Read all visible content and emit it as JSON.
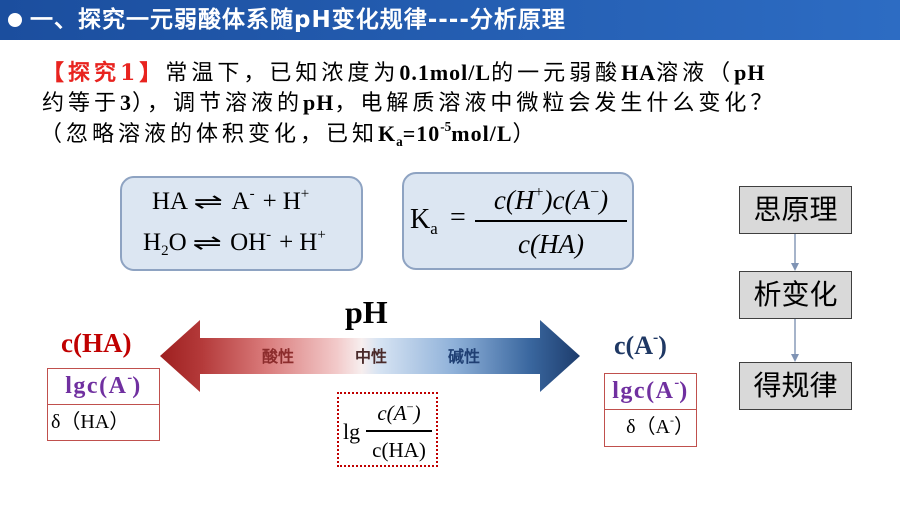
{
  "colors": {
    "header_blue": "#2d6cc3",
    "header_blue_dark": "#1b4e9e",
    "accent_red": "#c00000",
    "tag_red": "#e8231f",
    "navy": "#1f3864",
    "purple": "#7030a0",
    "formula_box_fill": "#dce6f2",
    "formula_box_border": "#8ea3c2",
    "flow_box_fill": "#d9d9d9",
    "value_box_border": "#c0504d"
  },
  "icons": {
    "header_bullet": "filled-circle-bullet",
    "flow_connector": "arrow-down"
  },
  "header": {
    "title": "一、探究一元弱酸体系随pH变化规律----分析原理"
  },
  "intro": {
    "line1": {
      "tag": "【探究1】",
      "text_a": "常温下，已知浓度为",
      "concentration": "0.1mol/L",
      "text_b": "的一元弱酸",
      "acid": "HA",
      "text_c": "溶液（",
      "ph": "pH"
    },
    "line2": {
      "text_a": "约等于",
      "ph_value": "3",
      "text_b": "），调节溶液的",
      "ph": "pH",
      "text_c": "，电解质溶液中微粒会发生什么变化？"
    },
    "line3": {
      "text_a": "（忽略溶液的体积变化，已知",
      "k": "K",
      "k_sub": "a",
      "equals_base": "=10",
      "exponent": "-5",
      "unit": "mol/L",
      "text_b": "）"
    }
  },
  "equilibria": {
    "eq1": {
      "reactant": "HA",
      "arrow": "⇌",
      "product1": "A",
      "product1_charge": "-",
      "plus": "+",
      "product2": "H",
      "product2_charge": "+"
    },
    "eq2": {
      "reactant_a": "H",
      "reactant_sub": "2",
      "reactant_b": "O",
      "arrow": "⇌",
      "product1": "OH",
      "product1_charge": "-",
      "plus": "+",
      "product2": "H",
      "product2_charge": "+"
    }
  },
  "ka_expression": {
    "symbol": "K",
    "symbol_sub": "a",
    "equals": "=",
    "numerator": {
      "c1": "c(",
      "h": "H",
      "h_charge": "+",
      "c2": ")c(",
      "a": "A",
      "a_charge": "−",
      "close": ")"
    },
    "denominator": {
      "open": "c(",
      "species": "HA",
      "close": ")"
    }
  },
  "flow": {
    "steps": [
      "思原理",
      "析变化",
      "得规律"
    ]
  },
  "ph_scale": {
    "title": "pH",
    "acidic": "酸性",
    "neutral": "中性",
    "basic": "碱性"
  },
  "left_end": {
    "label": {
      "base": "c(HA)"
    },
    "rows": {
      "log": {
        "base": "lgc(A",
        "charge": "-",
        "close": ")"
      },
      "fraction": {
        "text": "δ（HA）"
      }
    }
  },
  "right_end": {
    "label": {
      "base": "c(A",
      "charge": "-",
      "close": ")"
    },
    "rows": {
      "log": {
        "base": "lgc(A",
        "charge": "-",
        "close": ")"
      },
      "fraction": {
        "base": "δ（A",
        "charge": "-",
        "close": "）"
      }
    }
  },
  "log_ratio": {
    "prefix": "lg",
    "numerator": {
      "open": "c(",
      "species": "A",
      "charge": "−",
      "close": ")"
    },
    "denominator": "c(HA)"
  }
}
